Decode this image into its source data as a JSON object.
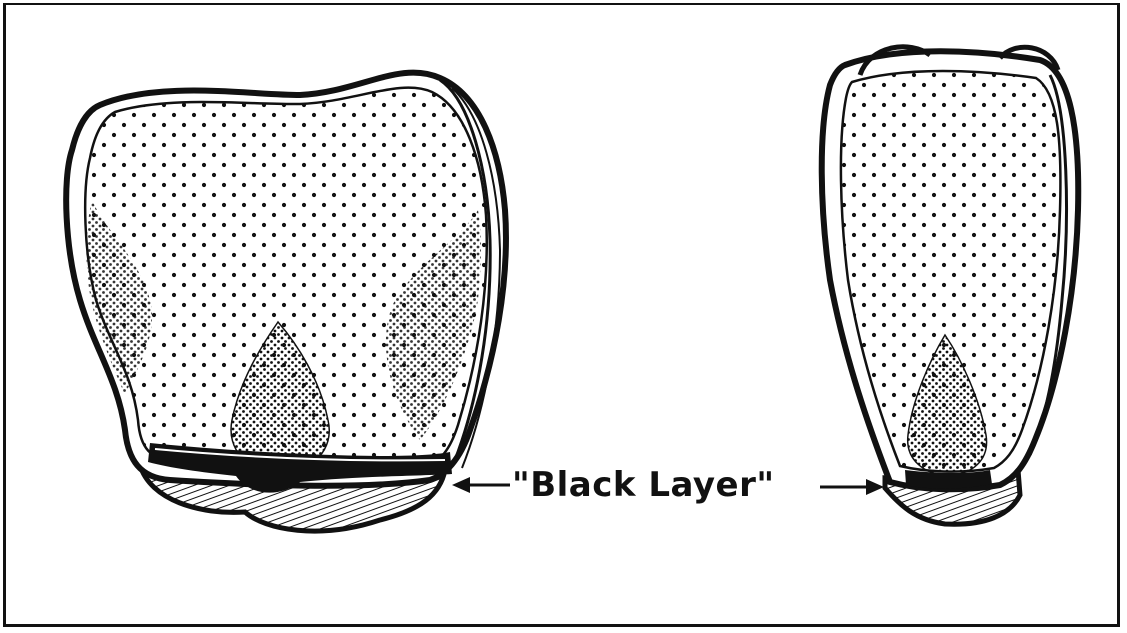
{
  "diagram": {
    "label": "\"Black Layer\"",
    "parts": [
      "kernel-left",
      "kernel-right",
      "black-layer-arrow-left",
      "black-layer-arrow-right"
    ]
  }
}
